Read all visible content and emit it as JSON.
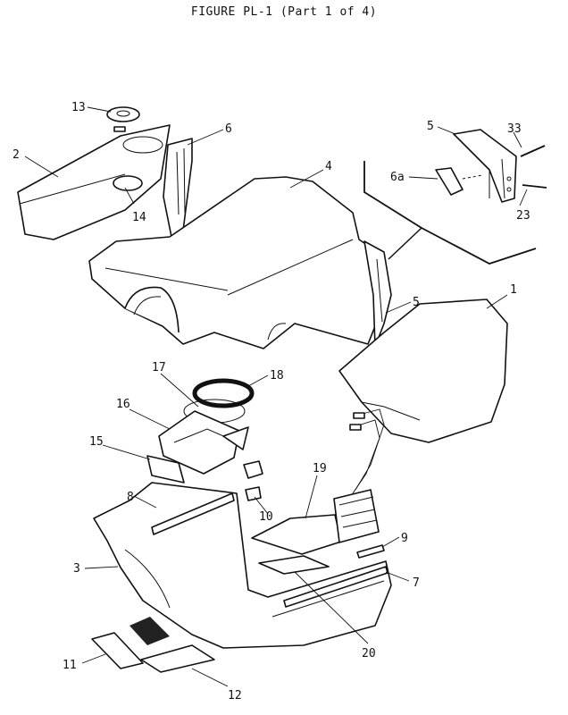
{
  "title": "FIGURE PL-1 (Part 1 of 4)",
  "callouts": [
    "13",
    "2",
    "14",
    "6",
    "4",
    "5",
    "33",
    "6a",
    "23",
    "5",
    "1",
    "17",
    "18",
    "16",
    "15",
    "19",
    "8",
    "10",
    "9",
    "3",
    "7",
    "20",
    "11",
    "12"
  ]
}
